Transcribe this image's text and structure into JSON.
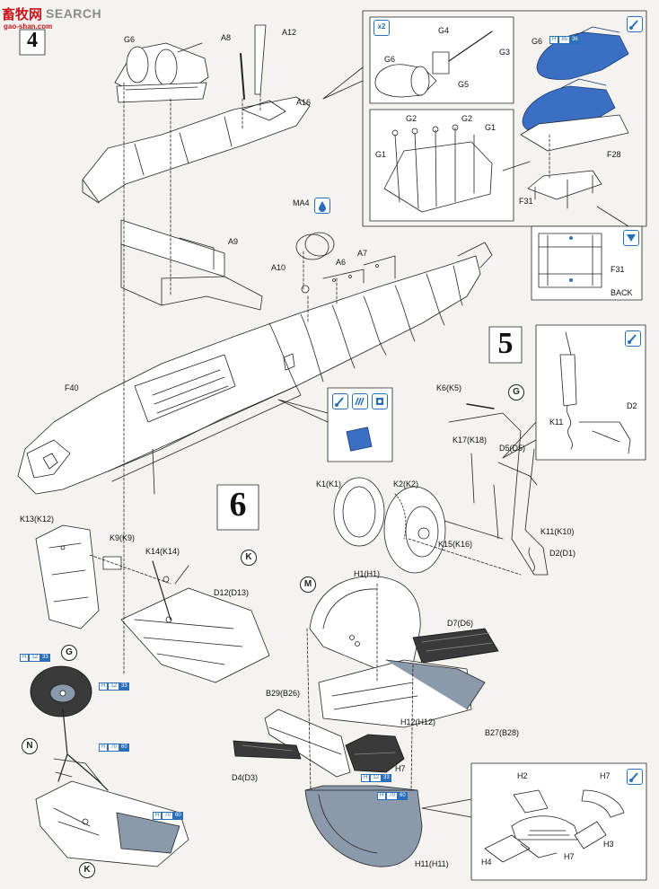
{
  "logo": {
    "cn": "畜牧网",
    "en": "SEARCH",
    "url": "gao-shan.com"
  },
  "steps": {
    "s4": "4",
    "s5": "5",
    "s6": "6"
  },
  "badges": {
    "g1": "G",
    "g2": "G",
    "k1": "K",
    "k2": "K",
    "m": "M",
    "n": "N"
  },
  "icon_x2": "x2",
  "back": "BACK",
  "colors": {
    "paint_blue": "#3b6fc4",
    "grey_part": "#8b9aab",
    "dark_grey": "#3a3a3a",
    "brand_red": "#c8161d",
    "line": "#222222"
  },
  "icons": [
    "paint-brush-icon",
    "glue-drop-icon",
    "decal-icon",
    "paint-mask-icon",
    "flip-view-icon"
  ],
  "labels": {
    "G6_a": "G6",
    "A8": "A8",
    "A12": "A12",
    "A16": "A16",
    "G4": "G4",
    "G6_b": "G6",
    "G3": "G3",
    "G5": "G5",
    "G6_c": "G6",
    "G2_a": "G2",
    "G2_b": "G2",
    "G1_a": "G1",
    "G1_b": "G1",
    "F28": "F28",
    "F31_a": "F31",
    "F31_b": "F31",
    "MA4": "MA4",
    "A9": "A9",
    "A10": "A10",
    "A6": "A6",
    "A7": "A7",
    "F40": "F40",
    "K11_a": "K11",
    "D2": "D2",
    "K6": "K6(K5)",
    "K17": "K17(K18)",
    "D5": "D5(D5)",
    "K1": "K1(K1)",
    "K2": "K2(K2)",
    "K15": "K15(K16)",
    "K11_b": "K11(K10)",
    "D2D1": "D2(D1)",
    "K13": "K13(K12)",
    "K9": "K9(K9)",
    "K14": "K14(K14)",
    "D12": "D12(D13)",
    "H1": "H1(H1)",
    "D7": "D7(D6)",
    "B29": "B29(B26)",
    "H12": "H12(H12)",
    "B27": "B27(B28)",
    "D4": "D4(D3)",
    "H7_a": "H7",
    "H2": "H2",
    "H7_b": "H7",
    "H3": "H3",
    "H4": "H4",
    "H7_c": "H7",
    "H11": "H11(H11)"
  },
  "color_refs": [
    {
      "code": "H",
      "num": "85",
      "sub": "36"
    },
    {
      "code": "H",
      "num": "12",
      "sub": "33"
    },
    {
      "code": "H",
      "num": "12",
      "sub": "33"
    },
    {
      "code": "H",
      "num": "70",
      "sub": "60"
    },
    {
      "code": "H",
      "num": "70",
      "sub": "60"
    },
    {
      "code": "H",
      "num": "12",
      "sub": "33"
    },
    {
      "code": "H",
      "num": "70",
      "sub": "60"
    }
  ]
}
